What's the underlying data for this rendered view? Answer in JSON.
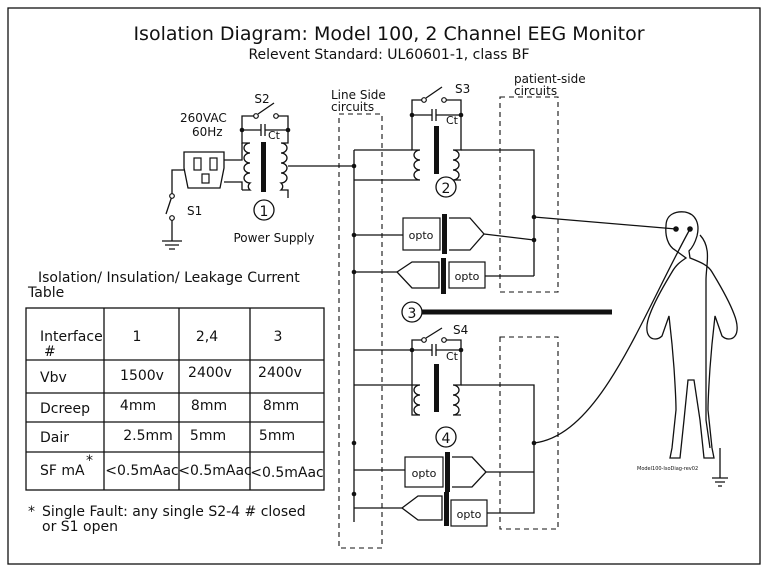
{
  "title": "Isolation Diagram: Model 100, 2 Channel EEG Monitor",
  "subtitle": "Relevent Standard: UL60601-1, class BF",
  "labels": {
    "supply_voltage": "260VAC",
    "supply_freq": "60Hz",
    "switch_s1": "S1",
    "switch_s2": "S2",
    "switch_s3": "S3",
    "switch_s4": "S4",
    "cap_ct": "Ct",
    "power_supply": "Power Supply",
    "line_side": [
      "Line Side",
      "circuits"
    ],
    "patient_side": [
      "patient-side",
      "circuits"
    ],
    "opto": "opto",
    "interface_1": "1",
    "interface_2": "2",
    "interface_3": "3",
    "interface_4": "4",
    "revision": "Model100-IsoDiag-rev02"
  },
  "table": {
    "title_lines": [
      "Isolation/ Insulation/ Leakage Current",
      "Table"
    ],
    "header": [
      "Interface",
      "1",
      "2,4",
      "3"
    ],
    "header_sub": "#",
    "rows": [
      {
        "label": "Vbv",
        "values": [
          "1500v",
          "2400v",
          "2400v"
        ]
      },
      {
        "label": "Dcreep",
        "values": [
          "4mm",
          "8mm",
          "8mm"
        ]
      },
      {
        "label": "Dair",
        "values": [
          "2.5mm",
          "5mm",
          "5mm"
        ]
      },
      {
        "label": "SF mA",
        "mark": "*",
        "values": [
          "<0.5mAac",
          "<0.5mAac",
          "<0.5mAac"
        ]
      }
    ]
  },
  "footnote": {
    "mark": "*",
    "lines": [
      "Single Fault: any single S2-4 # closed",
      "or S1 open"
    ]
  }
}
